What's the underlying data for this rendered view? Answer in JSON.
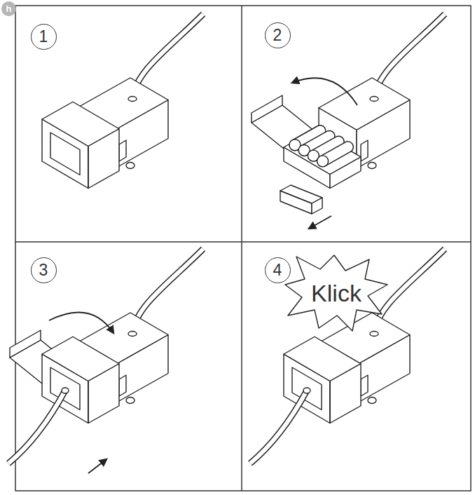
{
  "diagram": {
    "nodes": [
      {
        "text": [
          "h"
        ]
      },
      {
        "text": [
          "1"
        ]
      },
      {
        "text": [
          "2"
        ]
      },
      {
        "text": [
          "3"
        ]
      },
      {
        "text": [
          "4"
        ]
      },
      {
        "text": [
          "Klick"
        ]
      }
    ]
  }
}
